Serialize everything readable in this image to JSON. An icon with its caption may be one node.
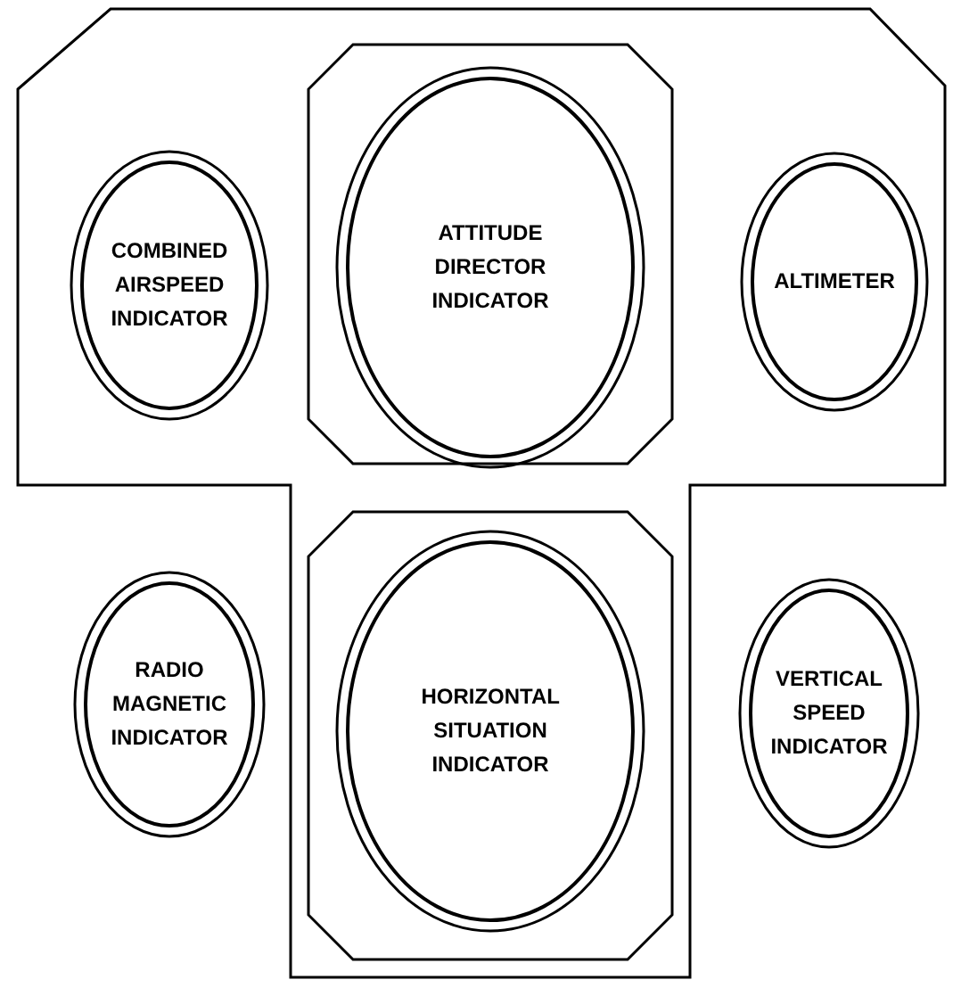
{
  "diagram": {
    "nodes": [
      {
        "text": [
          "COMBINED AIRSPEED INDICATOR"
        ]
      },
      {
        "text": [
          "ATTITUDE DIRECTOR INDICATOR"
        ]
      },
      {
        "text": [
          "ALTIMETER"
        ]
      },
      {
        "text": [
          "RADIO MAGNETIC INDICATOR"
        ]
      },
      {
        "text": [
          "HORIZONTAL SITUATION INDICATOR"
        ]
      },
      {
        "text": [
          "VERTICAL SPEED INDICATOR"
        ]
      }
    ],
    "edges": []
  }
}
